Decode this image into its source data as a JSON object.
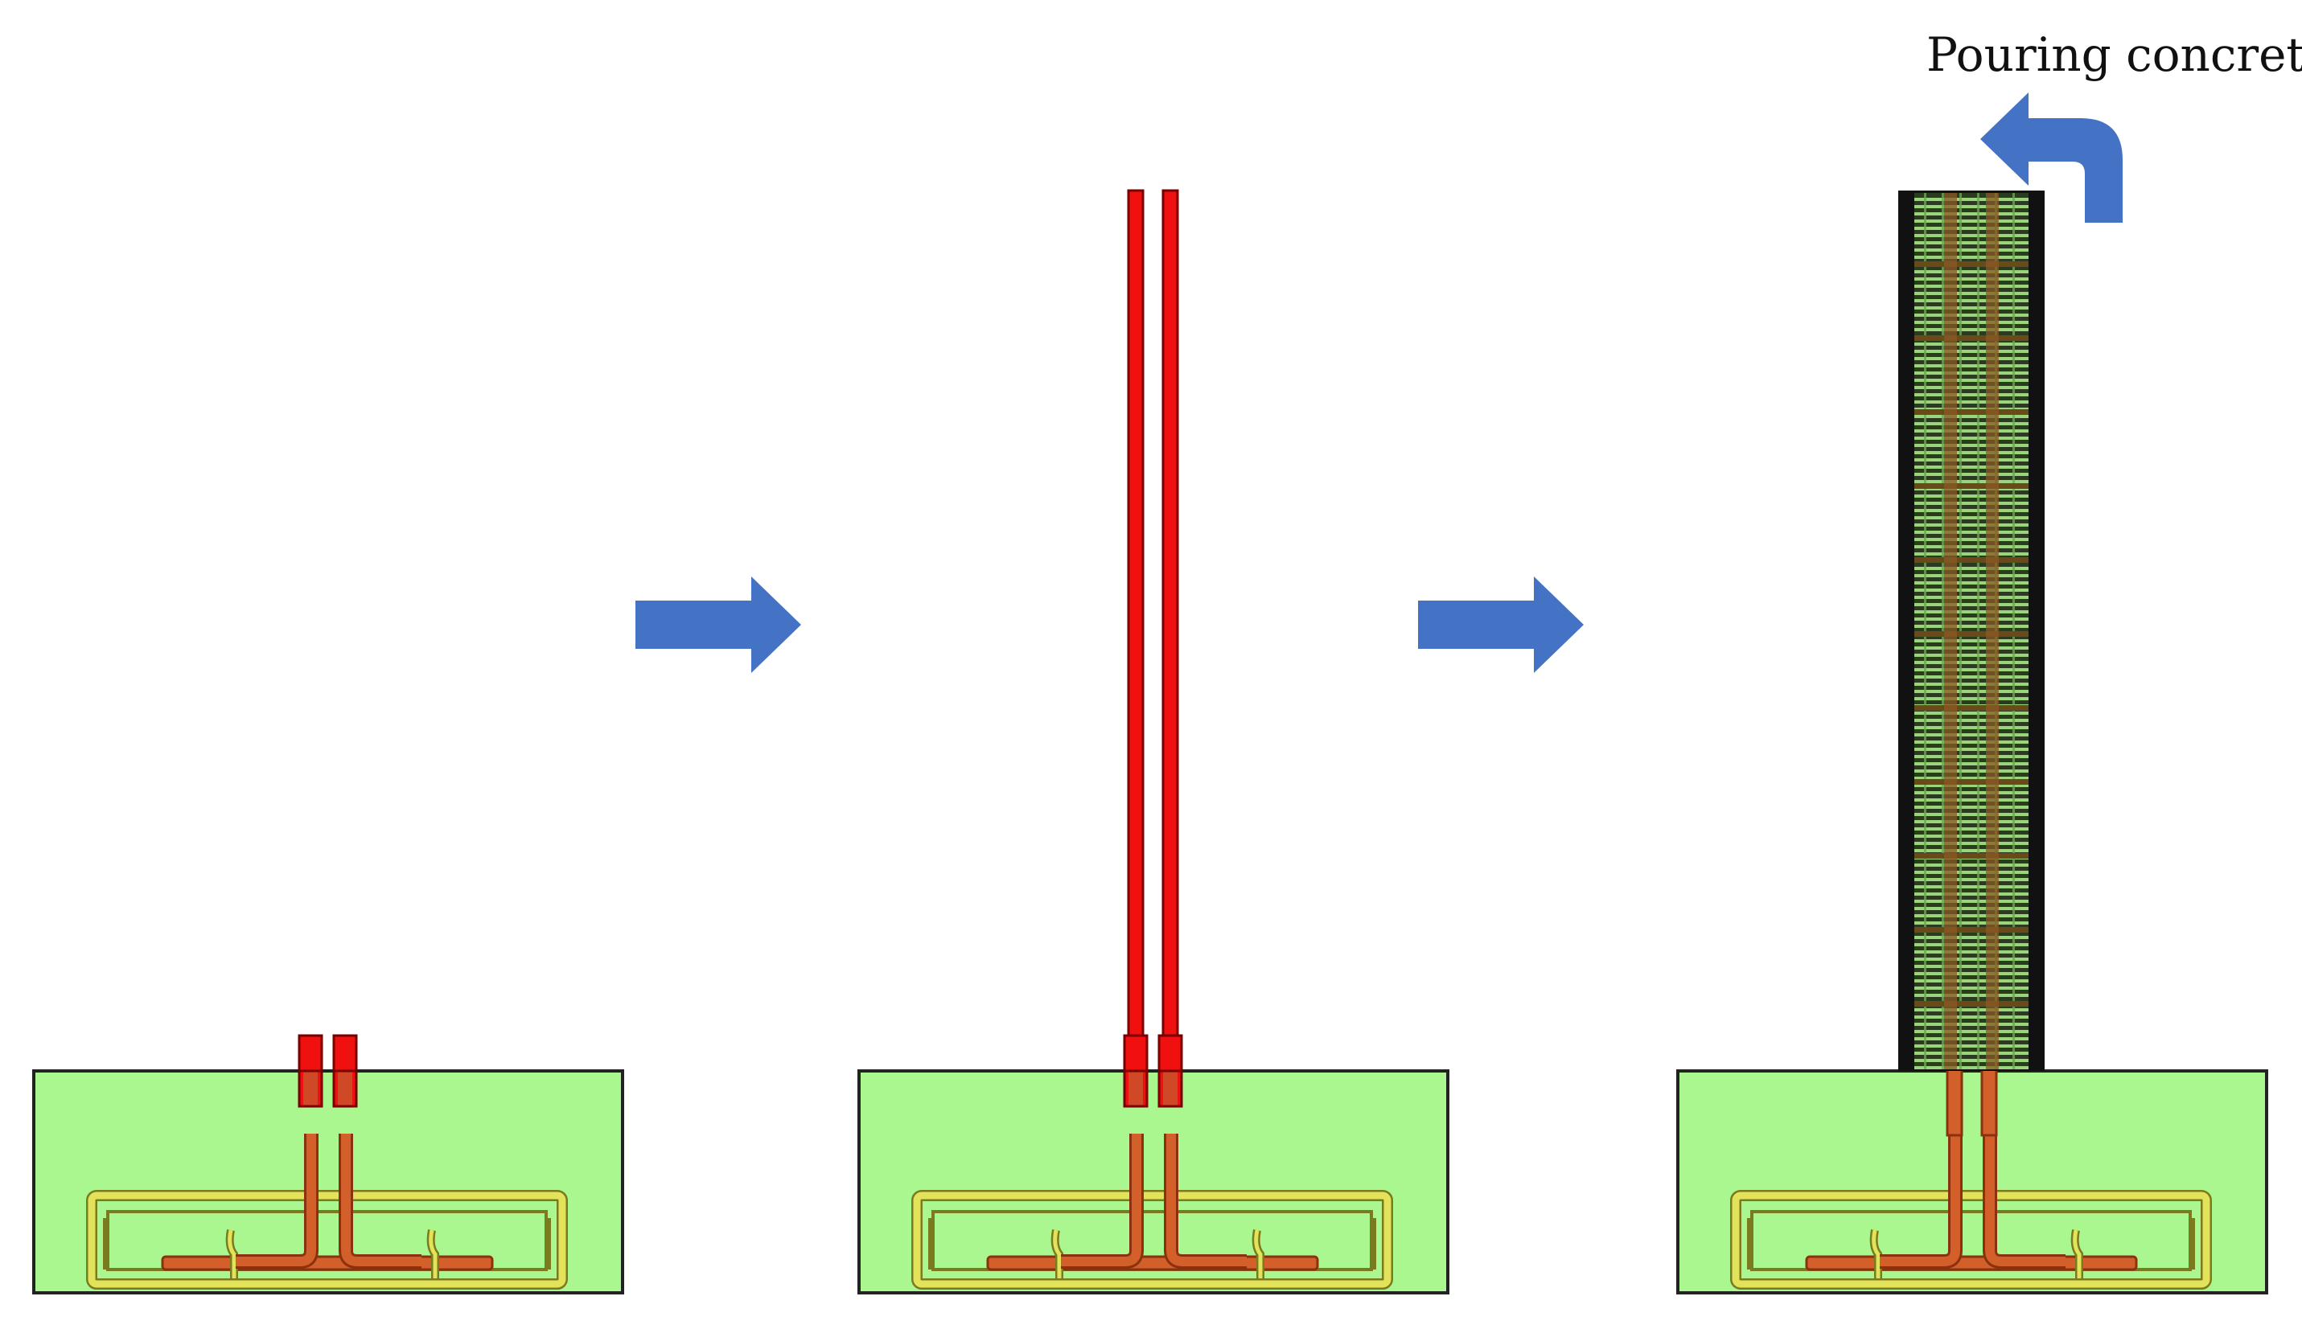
{
  "annotation": {
    "pouring_label": "Pouring concrete"
  },
  "colors": {
    "footing_fill": "#aaf78f",
    "outline": "#222222",
    "cage_yellow": "#e3e35b",
    "cage_yellow_dark": "#7a7a1e",
    "bar_orange": "#d35f2a",
    "bar_orange_dark": "#8a3210",
    "column_red": "#f01010",
    "column_red_dark": "#7a0000",
    "arrow_blue": "#4472c4",
    "formwork_black": "#111111",
    "mesh_green": "#9ad57c"
  },
  "stages": [
    {
      "id": "stage-1",
      "column": "stub"
    },
    {
      "id": "stage-2",
      "column": "tall-bars"
    },
    {
      "id": "stage-3",
      "column": "concrete-pour"
    }
  ]
}
